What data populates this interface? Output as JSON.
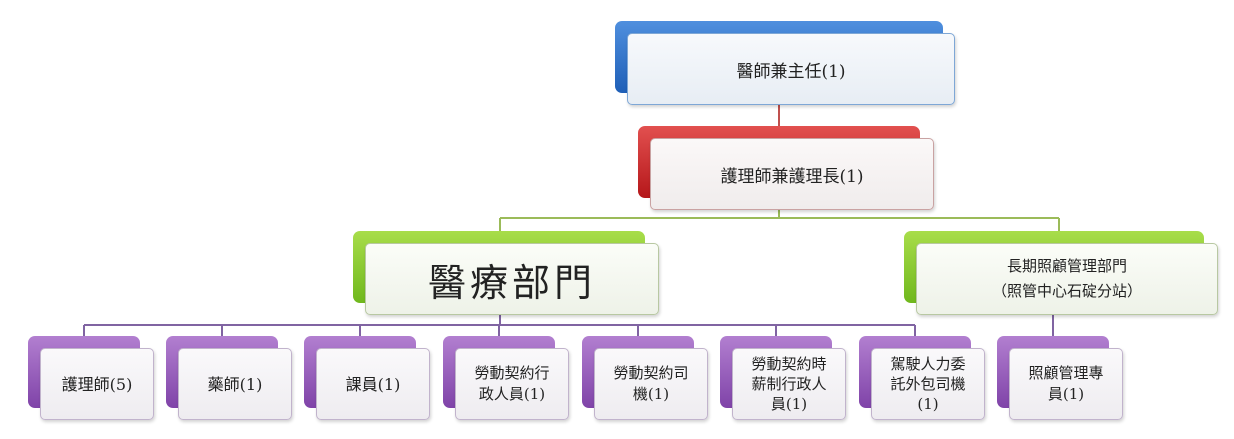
{
  "colors": {
    "line_red": "#c0504d",
    "line_green": "#9bbb59",
    "line_purple": "#8064a2"
  },
  "chart": {
    "director": "醫師兼主任(1)",
    "head_nurse": "護理師兼護理長(1)",
    "medical_dept": "醫療部門",
    "ltc_dept": "長期照顧管理部門\n（照管中心石碇分站）",
    "nurse": "護理師(5)",
    "pharmacist": "藥師(1)",
    "clerk": "課員(1)",
    "labor_admin": "勞動契約行\n政人員(1)",
    "labor_driver": "勞動契約司\n機(1)",
    "hourly_admin": "勞動契約時\n薪制行政人\n員(1)",
    "outsourced_driver": "駕駛人力委\n託外包司機\n(1)",
    "care_manager": "照顧管理專\n員(1)"
  }
}
